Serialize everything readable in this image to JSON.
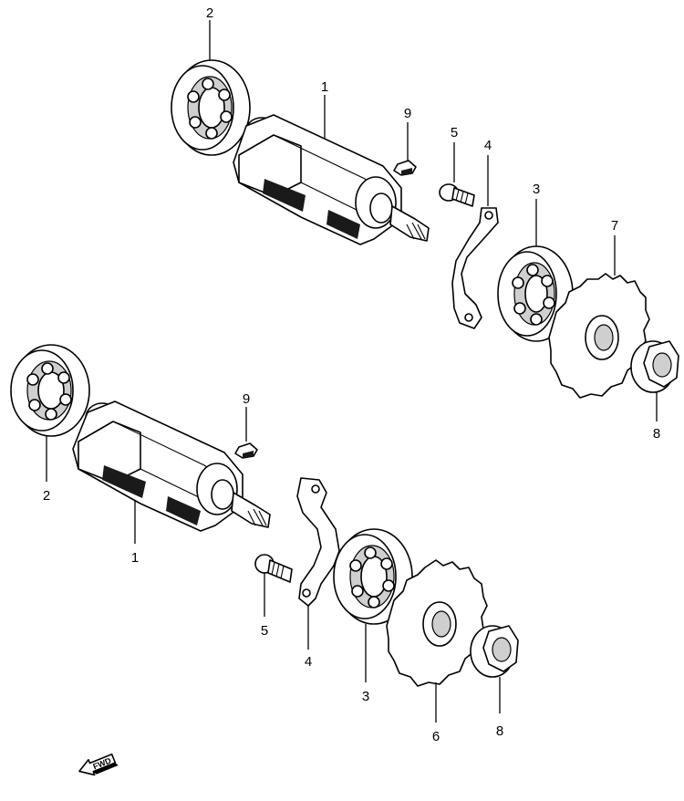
{
  "callouts": {
    "upper": {
      "bearing_left": "2",
      "balancer_shaft": "1",
      "key": "9",
      "bolt": "5",
      "retainer_plate": "4",
      "bearing_right": "3",
      "gear": "7",
      "nut": "8"
    },
    "lower": {
      "bearing_left": "2",
      "balancer_shaft": "1",
      "key": "9",
      "bolt": "5",
      "retainer_plate": "4",
      "bearing_right": "3",
      "gear": "6",
      "nut": "8"
    }
  },
  "fwd_label": "FWD",
  "icons": [
    "ball-bearing-icon",
    "balancer-shaft-icon",
    "woodruff-key-icon",
    "bolt-icon",
    "retainer-plate-icon",
    "sprocket-gear-icon",
    "flange-nut-icon",
    "fwd-arrow-icon"
  ]
}
